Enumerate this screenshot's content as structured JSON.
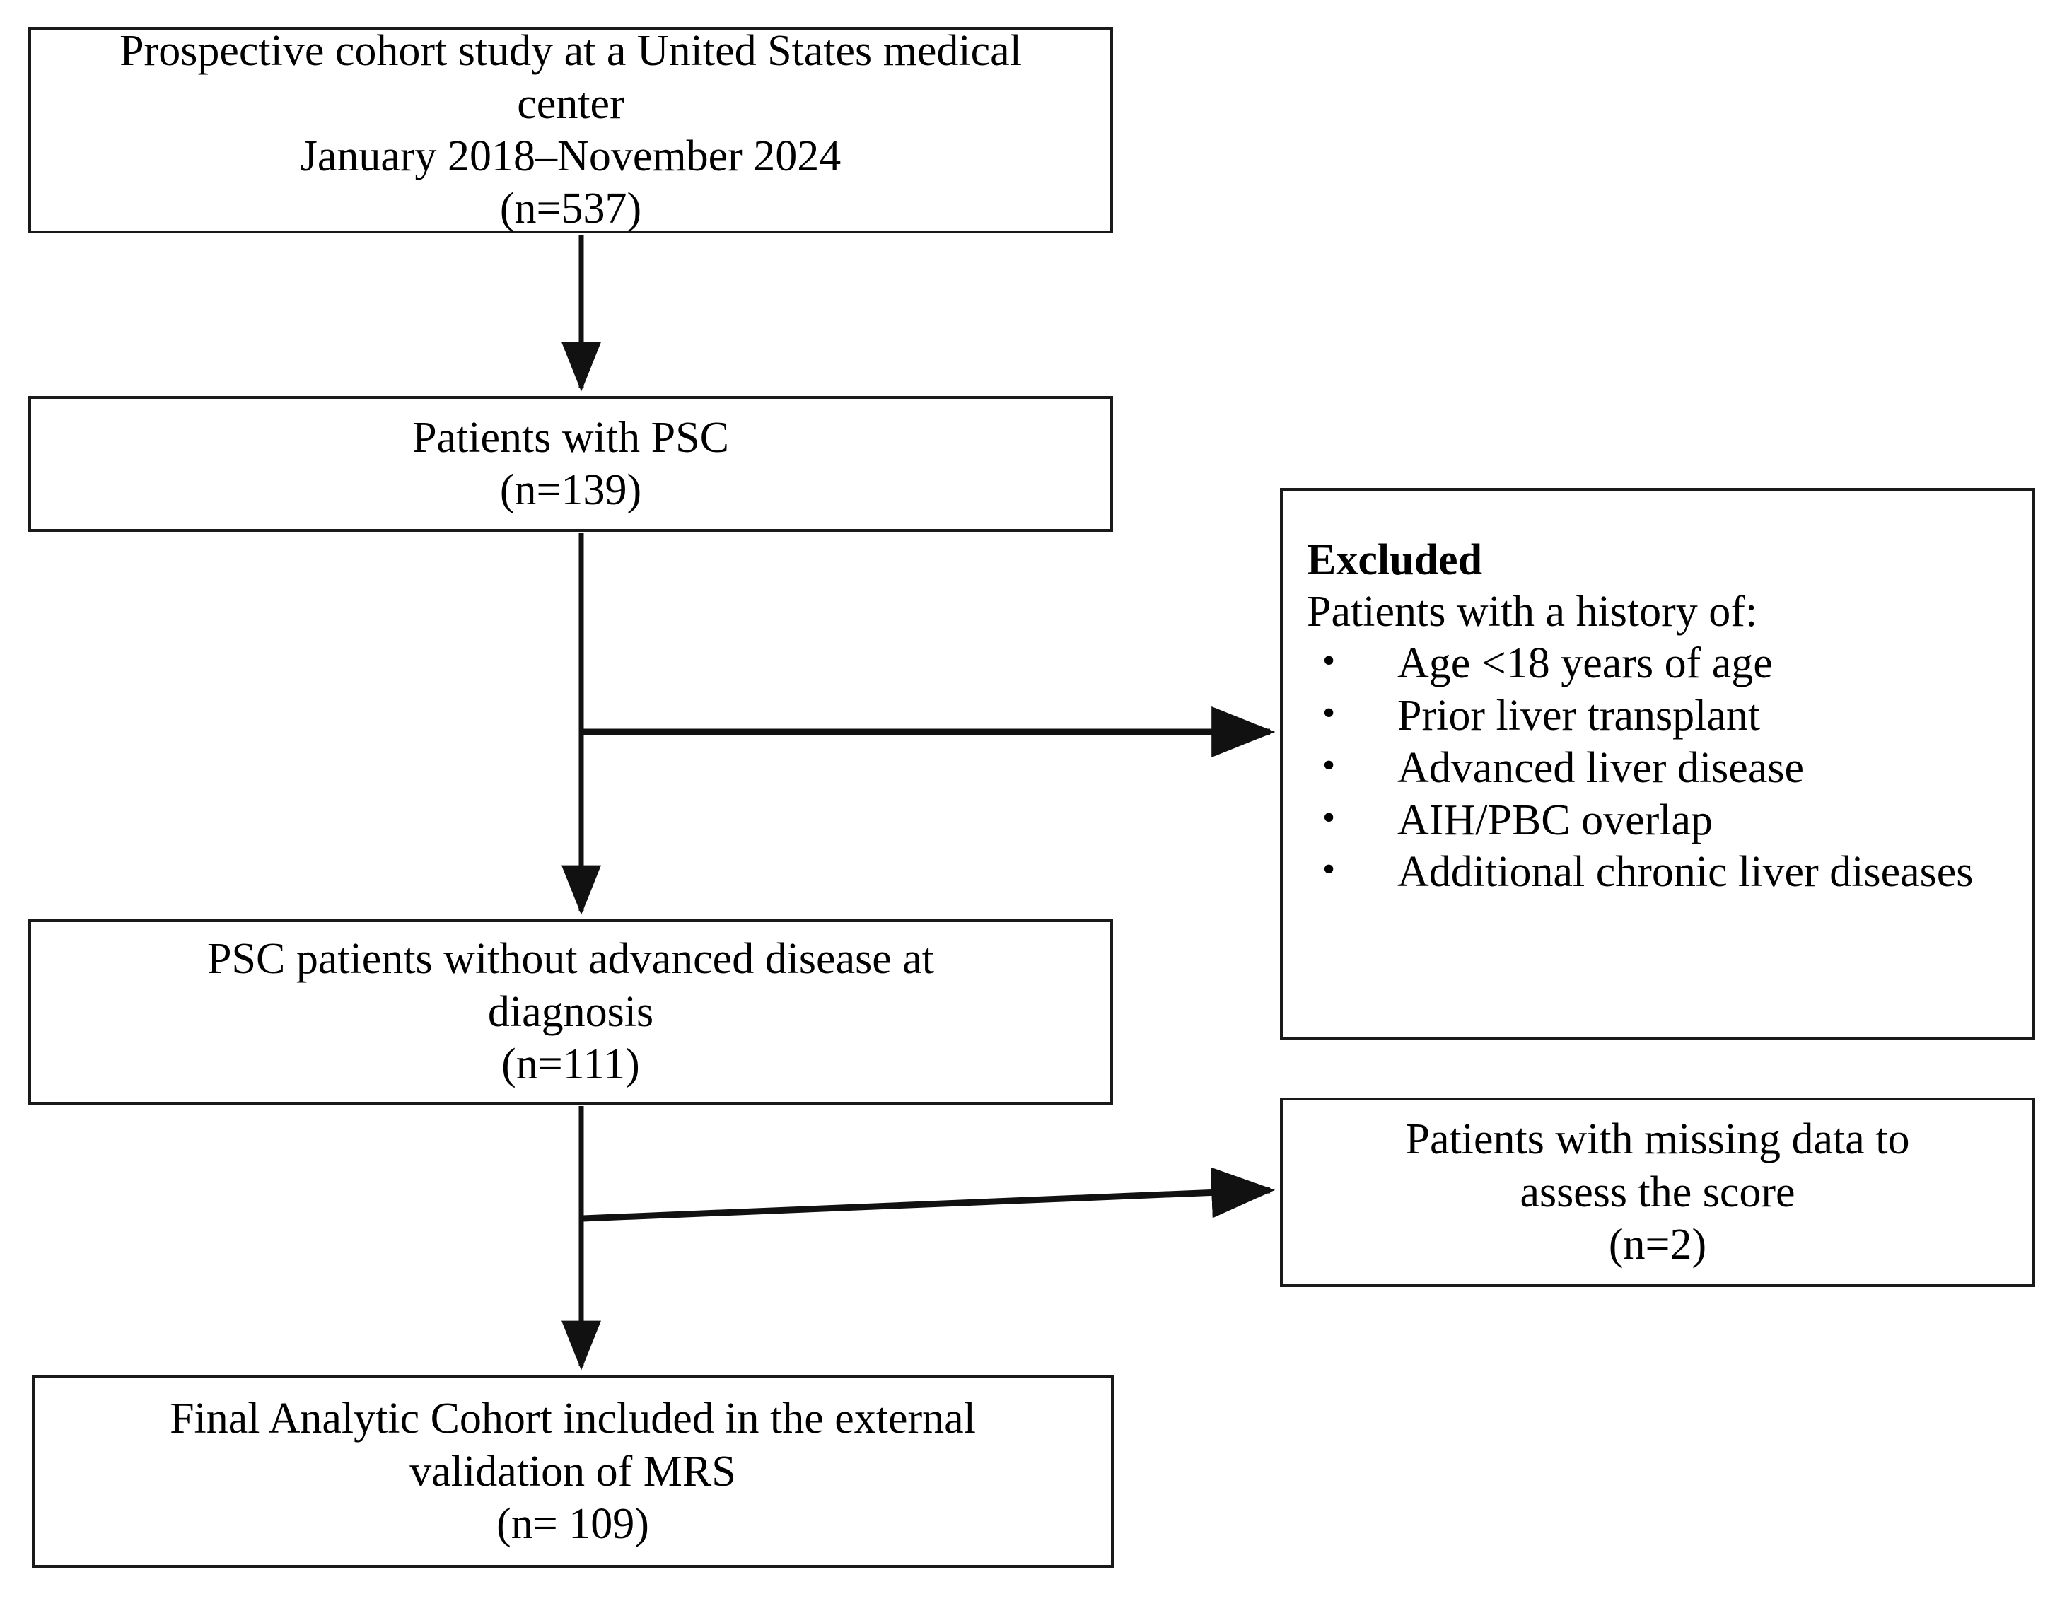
{
  "diagram": {
    "type": "flowchart",
    "title": "Study cohort selection flow diagram",
    "nodes": {
      "source": {
        "lines": [
          "Prospective cohort study at a United States medical",
          "center",
          "January 2018–November 2024",
          "(n=537)"
        ]
      },
      "psc": {
        "lines": [
          "Patients with PSC",
          "(n=139)"
        ]
      },
      "no_advanced": {
        "lines": [
          "PSC patients without advanced disease at",
          "diagnosis",
          "(n=111)"
        ]
      },
      "final": {
        "lines": [
          "Final Analytic Cohort  included in the external",
          "validation of MRS",
          "(n= 109)"
        ]
      },
      "excluded": {
        "title": "Excluded",
        "subtitle": "Patients with a history of:",
        "bullet": "•",
        "items": [
          "Age <18 years of age",
          "Prior liver transplant",
          "Advanced liver disease",
          "AIH/PBC overlap",
          "Additional chronic liver diseases"
        ]
      },
      "missing": {
        "lines": [
          "Patients with missing data to",
          "assess the score",
          "(n=2)"
        ]
      }
    },
    "edges": [
      {
        "from": "source",
        "to": "psc",
        "style": "vertical-arrow"
      },
      {
        "from": "psc",
        "to": "excluded",
        "style": "horizontal-arrow"
      },
      {
        "from": "psc",
        "to": "no_advanced",
        "style": "vertical-arrow"
      },
      {
        "from": "no_advanced",
        "to": "missing",
        "style": "diagonal-arrow"
      },
      {
        "from": "no_advanced",
        "to": "final",
        "style": "vertical-arrow"
      }
    ],
    "colors": {
      "stroke": "#1a1a1a",
      "background": "#ffffff",
      "text": "#000000"
    }
  }
}
